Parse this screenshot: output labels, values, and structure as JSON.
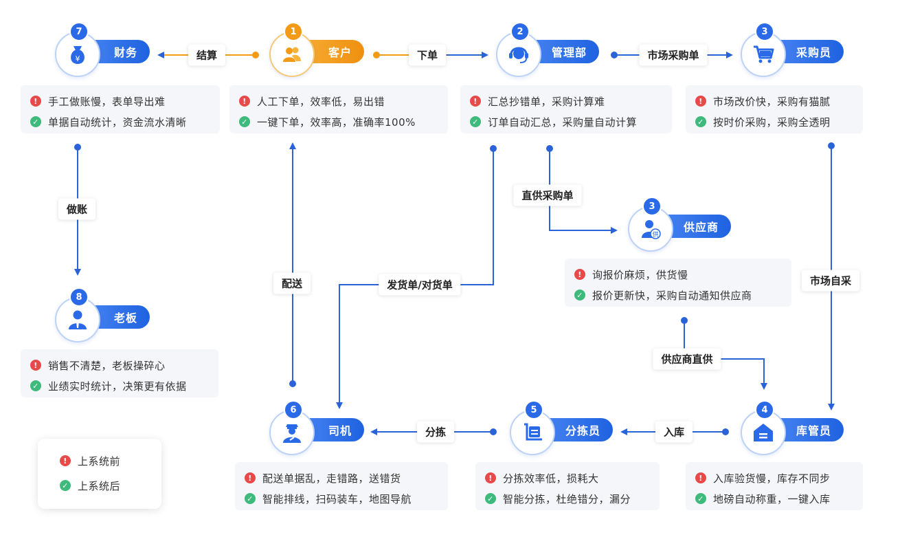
{
  "nodes": {
    "customer": {
      "num": "1",
      "name": "客户"
    },
    "admin": {
      "num": "2",
      "name": "管理部"
    },
    "buyer": {
      "num": "3",
      "name": "采购员"
    },
    "supplier": {
      "num": "3",
      "name": "供应商"
    },
    "keeper": {
      "num": "4",
      "name": "库管员"
    },
    "sorter": {
      "num": "5",
      "name": "分拣员"
    },
    "driver": {
      "num": "6",
      "name": "司机"
    },
    "finance": {
      "num": "7",
      "name": "财务"
    },
    "boss": {
      "num": "8",
      "name": "老板"
    }
  },
  "boxes": {
    "finance": {
      "bad": "手工做账慢，表单导出难",
      "good": "单据自动统计，资金流水清晰"
    },
    "customer": {
      "bad": "人工下单，效率低，易出错",
      "good": "一键下单，效率高，准确率100%"
    },
    "admin": {
      "bad": "汇总抄错单，采购计算难",
      "good": "订单自动汇总，采购量自动计算"
    },
    "buyer": {
      "bad": "市场改价快，采购有猫腻",
      "good": "按时价采购，采购全透明"
    },
    "supplier": {
      "bad": "询报价麻烦，供货慢",
      "good": "报价更新快，采购自动通知供应商"
    },
    "boss": {
      "bad": "销售不清楚，老板操碎心",
      "good": "业绩实时统计，决策更有依据"
    },
    "driver": {
      "bad": "配送单据乱，走错路，送错货",
      "good": "智能排线，扫码装车，地图导航"
    },
    "sorter": {
      "bad": "分拣效率低，损耗大",
      "good": "智能分拣，杜绝错分，漏分"
    },
    "keeper": {
      "bad": "入库验货慢，库存不同步",
      "good": "地磅自动称重，一键入库"
    }
  },
  "edges": {
    "settle": "结算",
    "order": "下单",
    "market_po": "市场采购单",
    "bookkeeping": "做账",
    "direct_po": "直供采购单",
    "delivery": "配送",
    "shipping": "发货单/对货单",
    "market_self": "市场自采",
    "supplier_direct": "供应商直供",
    "sorting": "分拣",
    "stock_in": "入库"
  },
  "legend": {
    "before": "上系统前",
    "after": "上系统后"
  },
  "colors": {
    "blue": "#2a6ae8",
    "orange": "#f39a17",
    "bad": "#e84a4a",
    "good": "#3dba7c"
  }
}
